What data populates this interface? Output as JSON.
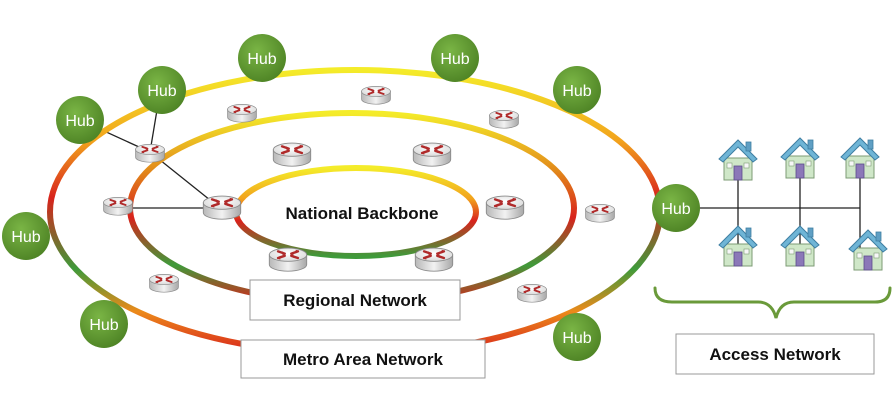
{
  "hub_label": "Hub",
  "labels": {
    "national": "National Backbone",
    "regional": "Regional Network",
    "metro": "Metro Area Network",
    "access": "Access Network"
  },
  "colors": {
    "hub": "#5e9a2c",
    "ring_red": "#d8231c",
    "ring_yellow": "#f4ec2a",
    "ring_green": "#3f9a3a",
    "ring_orange": "#ec8a1a",
    "router_arrow": "#b02a2a",
    "house_roof": "#6fb5d6",
    "house_wall": "#cfe7c8",
    "access_brace": "#6a9a3a"
  },
  "icons": {
    "hub": "hub-icon",
    "router": "router-icon",
    "house": "house-icon"
  }
}
